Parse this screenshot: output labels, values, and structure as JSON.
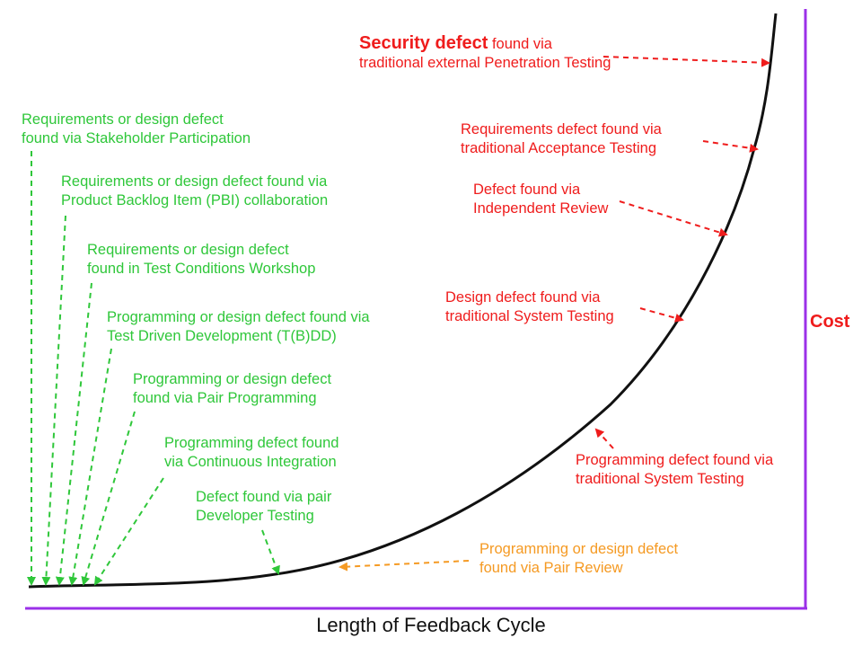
{
  "colors": {
    "axis": "#9b30e8",
    "curve": "#111111",
    "green": "#2fc73a",
    "red": "#ef1c1c",
    "orange": "#f59a23"
  },
  "axes": {
    "x_label": "Length of Feedback Cycle",
    "y_label": "Cost"
  },
  "labels": {
    "security": {
      "bold": "Security defect",
      "rest": " found via",
      "line2": "traditional external Penetration Testing"
    },
    "acceptance": [
      "Requirements defect found via",
      "traditional Acceptance Testing"
    ],
    "independent_review": [
      "Defect found via",
      "Independent Review"
    ],
    "design_system": [
      "Design defect found via",
      "traditional System Testing"
    ],
    "programming_system": [
      "Programming defect found via",
      "traditional System Testing"
    ],
    "pair_review": [
      "Programming or design defect",
      "found via Pair Review"
    ],
    "stakeholder": [
      "Requirements or design defect",
      "found via Stakeholder Participation"
    ],
    "pbi": [
      "Requirements or design defect found via",
      "Product Backlog Item (PBI) collaboration"
    ],
    "workshop": [
      "Requirements or design defect",
      "found in Test Conditions Workshop"
    ],
    "tdd": [
      "Programming or design defect found via",
      "Test Driven Development (T(B)DD)"
    ],
    "pair_programming": [
      "Programming or design defect",
      "found via Pair Programming"
    ],
    "ci": [
      "Programming defect found",
      "via Continuous Integration"
    ],
    "dev_testing": [
      "Defect found via pair",
      "Developer Testing"
    ]
  }
}
